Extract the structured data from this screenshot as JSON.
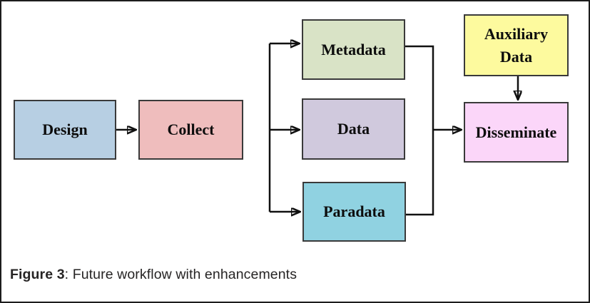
{
  "figure": {
    "caption_label": "Figure 3",
    "caption_text": ": Future workflow with enhancements"
  },
  "colors": {
    "design": "#b7cfe3",
    "collect": "#efbdbd",
    "metadata": "#d9e3c6",
    "data": "#d0c9dd",
    "paradata": "#90d2e1",
    "auxiliary": "#fdfa9e",
    "disseminate": "#fbd6f9",
    "arrow": "#111111",
    "frame": "#1c1c1c"
  },
  "nodes": [
    {
      "id": "design",
      "label": "Design"
    },
    {
      "id": "collect",
      "label": "Collect"
    },
    {
      "id": "metadata",
      "label": "Metadata"
    },
    {
      "id": "data",
      "label": "Data"
    },
    {
      "id": "paradata",
      "label": "Paradata"
    },
    {
      "id": "auxiliary",
      "label": "Auxiliary Data"
    },
    {
      "id": "disseminate",
      "label": "Disseminate"
    }
  ],
  "edges": [
    {
      "from": "Design",
      "to": "Collect"
    },
    {
      "from": "Collect branch",
      "to": "Metadata"
    },
    {
      "from": "Collect branch",
      "to": "Data"
    },
    {
      "from": "Collect branch",
      "to": "Paradata"
    },
    {
      "from": "Metadata",
      "to": "Disseminate"
    },
    {
      "from": "Paradata",
      "to": "Disseminate"
    },
    {
      "from": "Auxiliary Data",
      "to": "Disseminate"
    }
  ]
}
